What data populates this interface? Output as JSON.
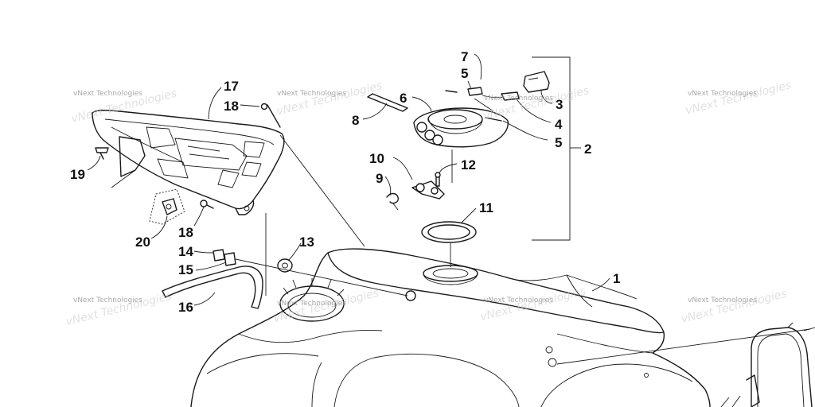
{
  "watermark": {
    "text": "vNext Technologies"
  },
  "callouts": [
    {
      "id": "1",
      "label": "1"
    },
    {
      "id": "2",
      "label": "2"
    },
    {
      "id": "3",
      "label": "3"
    },
    {
      "id": "4",
      "label": "4"
    },
    {
      "id": "5a",
      "label": "5"
    },
    {
      "id": "5b",
      "label": "5"
    },
    {
      "id": "6",
      "label": "6"
    },
    {
      "id": "7",
      "label": "7"
    },
    {
      "id": "8",
      "label": "8"
    },
    {
      "id": "9",
      "label": "9"
    },
    {
      "id": "10",
      "label": "10"
    },
    {
      "id": "11",
      "label": "11"
    },
    {
      "id": "12",
      "label": "12"
    },
    {
      "id": "13",
      "label": "13"
    },
    {
      "id": "14",
      "label": "14"
    },
    {
      "id": "15",
      "label": "15"
    },
    {
      "id": "16",
      "label": "16"
    },
    {
      "id": "17",
      "label": "17"
    },
    {
      "id": "18a",
      "label": "18"
    },
    {
      "id": "18b",
      "label": "18"
    },
    {
      "id": "19",
      "label": "19"
    },
    {
      "id": "20",
      "label": "20"
    }
  ]
}
